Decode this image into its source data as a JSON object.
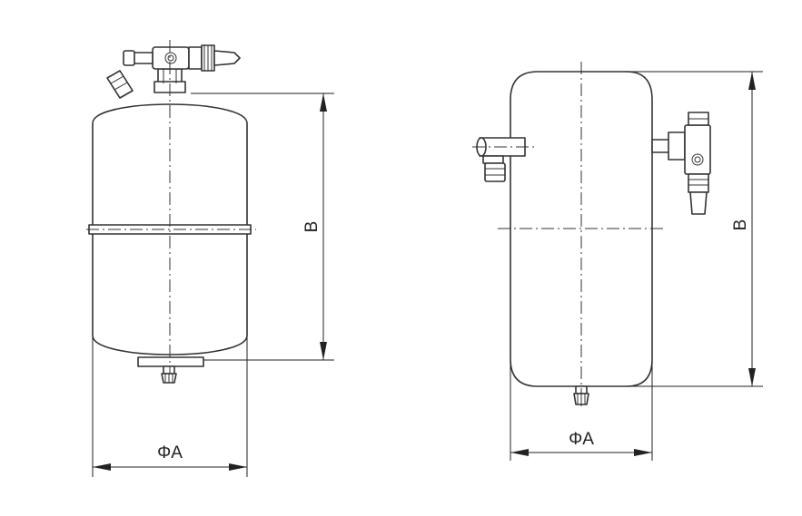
{
  "drawing": {
    "left_view": {
      "diameter_label": "ΦA",
      "height_label": "B"
    },
    "right_view": {
      "diameter_label": "ΦA",
      "height_label": "B"
    }
  }
}
